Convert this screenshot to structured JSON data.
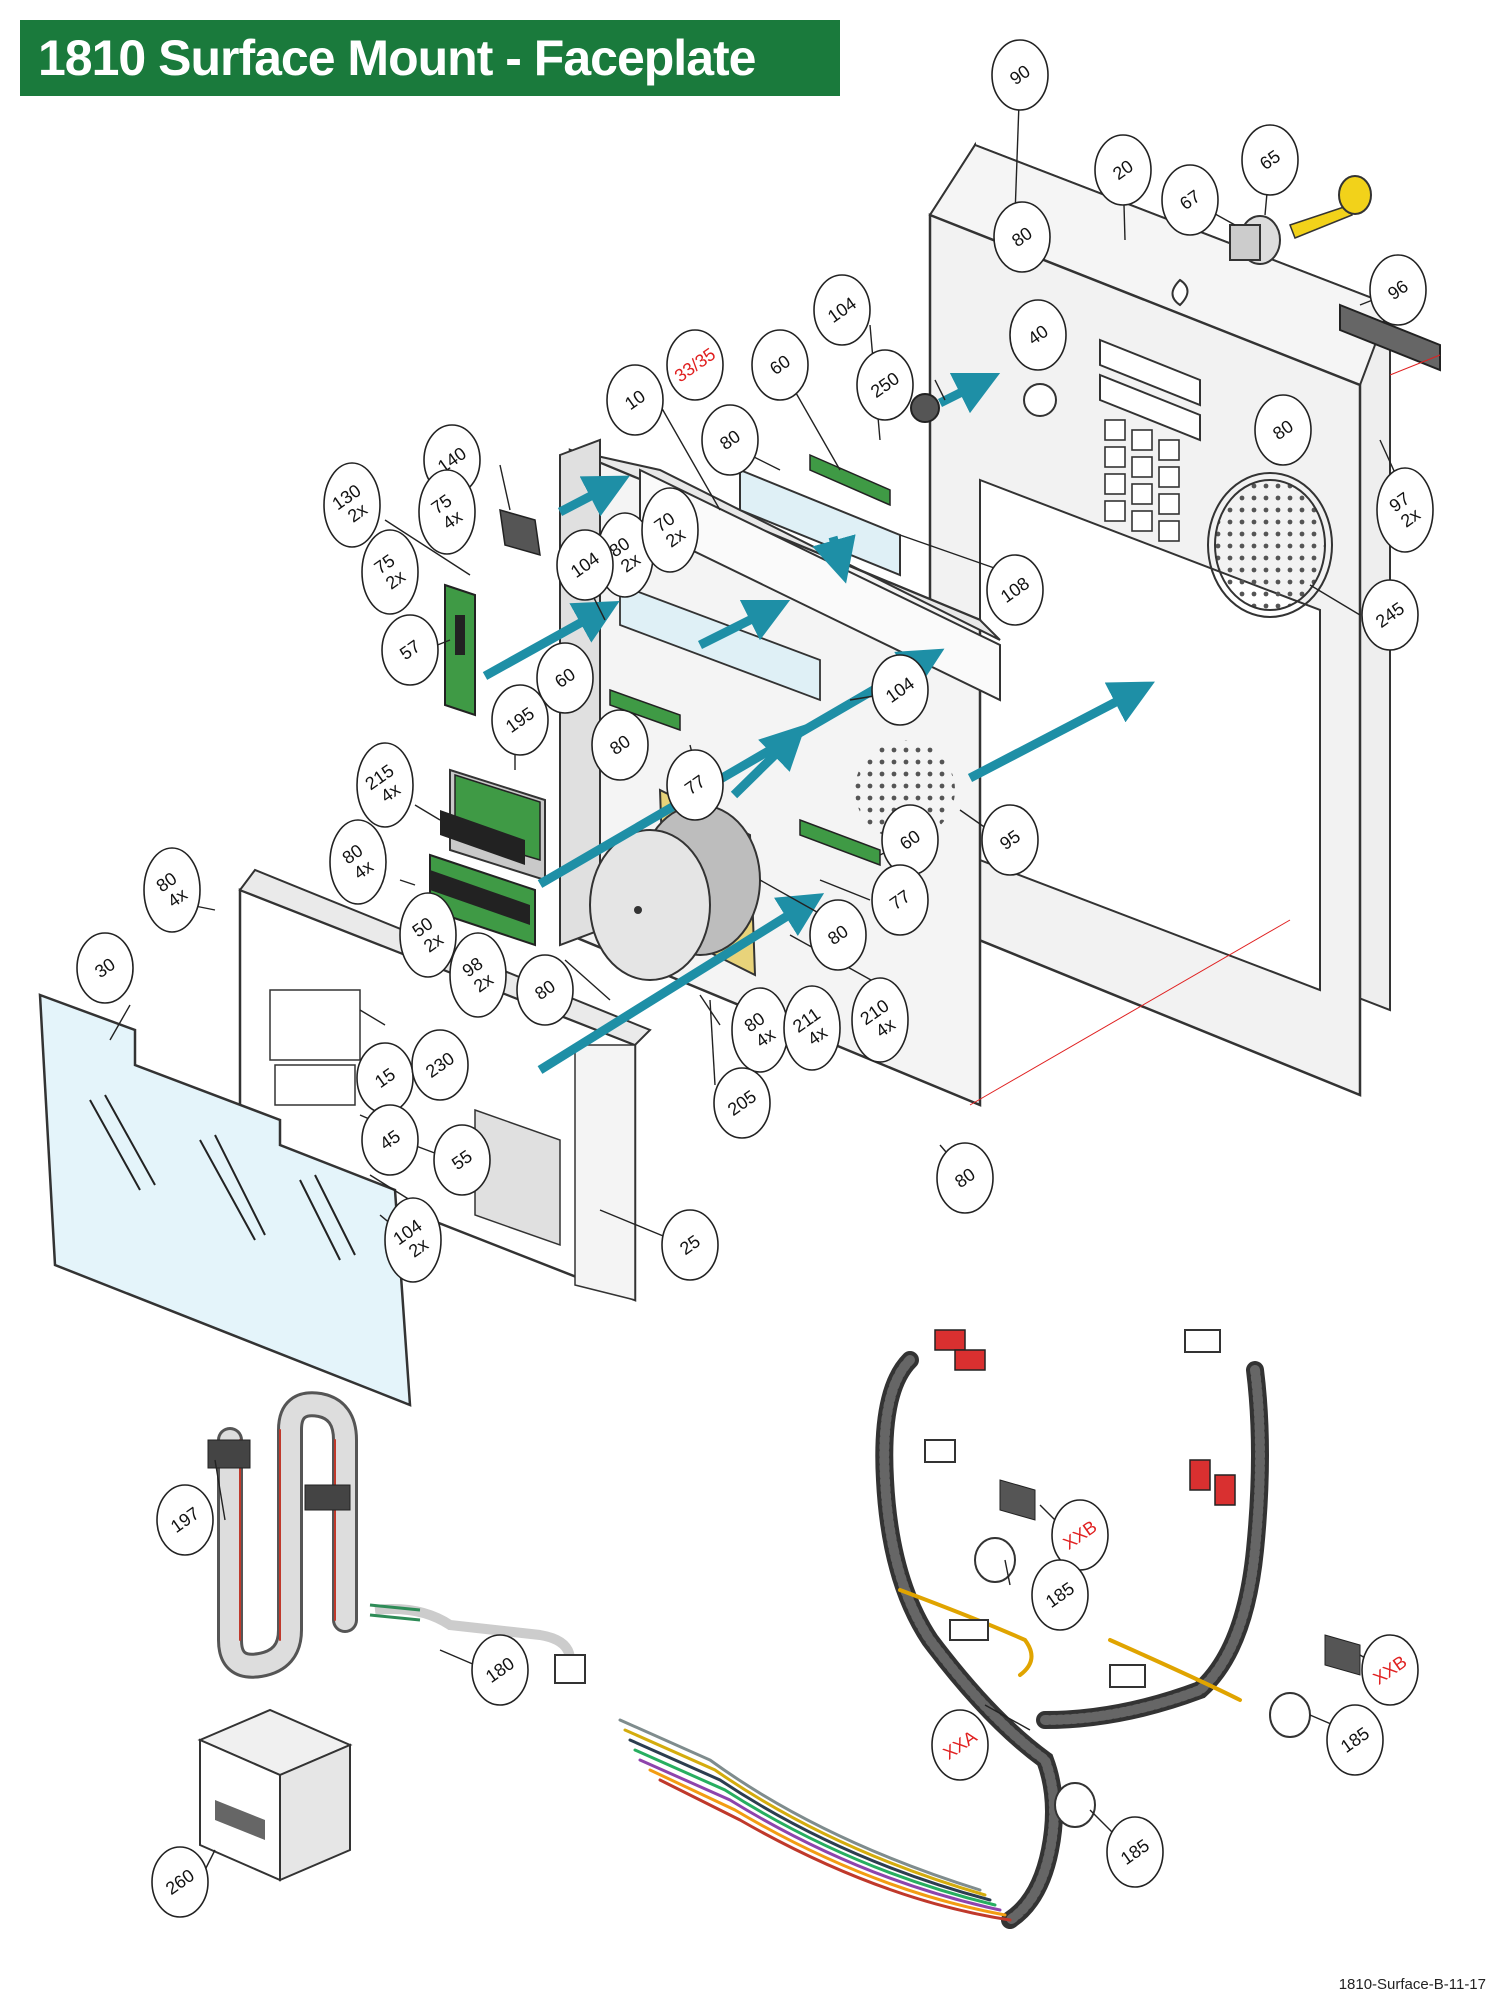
{
  "title": "1810 Surface Mount - Faceplate",
  "footer_code": "1810-Surface-B-11-17",
  "colors": {
    "banner": "#1a7a3c",
    "arrow": "#1e8fa6",
    "callout_red": "#e02020",
    "key": "#f2d21a",
    "pcb": "#3f9a45"
  },
  "callouts": [
    {
      "id": "c90",
      "lines": [
        "90"
      ]
    },
    {
      "id": "c20",
      "lines": [
        "20"
      ]
    },
    {
      "id": "c65",
      "lines": [
        "65"
      ]
    },
    {
      "id": "c67",
      "lines": [
        "67"
      ]
    },
    {
      "id": "c80a",
      "lines": [
        "80"
      ]
    },
    {
      "id": "c96",
      "lines": [
        "96"
      ]
    },
    {
      "id": "c104a",
      "lines": [
        "104"
      ]
    },
    {
      "id": "c40",
      "lines": [
        "40"
      ]
    },
    {
      "id": "c60a",
      "lines": [
        "60"
      ]
    },
    {
      "id": "c3335",
      "lines": [
        "33/35"
      ],
      "red": true
    },
    {
      "id": "c250",
      "lines": [
        "250"
      ]
    },
    {
      "id": "c80b",
      "lines": [
        "80"
      ]
    },
    {
      "id": "c97",
      "lines": [
        "97",
        "2x"
      ]
    },
    {
      "id": "c10",
      "lines": [
        "10"
      ]
    },
    {
      "id": "c80c",
      "lines": [
        "80"
      ]
    },
    {
      "id": "c140",
      "lines": [
        "140"
      ]
    },
    {
      "id": "c130",
      "lines": [
        "130",
        "2x"
      ]
    },
    {
      "id": "c75a",
      "lines": [
        "75",
        "4x"
      ]
    },
    {
      "id": "c80d",
      "lines": [
        "80",
        "2x"
      ]
    },
    {
      "id": "c70",
      "lines": [
        "70",
        "2x"
      ]
    },
    {
      "id": "c108",
      "lines": [
        "108"
      ]
    },
    {
      "id": "c75b",
      "lines": [
        "75",
        "2x"
      ]
    },
    {
      "id": "c104b",
      "lines": [
        "104"
      ]
    },
    {
      "id": "c245",
      "lines": [
        "245"
      ]
    },
    {
      "id": "c57",
      "lines": [
        "57"
      ]
    },
    {
      "id": "c60b",
      "lines": [
        "60"
      ]
    },
    {
      "id": "c104c",
      "lines": [
        "104"
      ]
    },
    {
      "id": "c195",
      "lines": [
        "195"
      ]
    },
    {
      "id": "c80e",
      "lines": [
        "80"
      ]
    },
    {
      "id": "c77a",
      "lines": [
        "77"
      ]
    },
    {
      "id": "c215",
      "lines": [
        "215",
        "4x"
      ]
    },
    {
      "id": "c60c",
      "lines": [
        "60"
      ]
    },
    {
      "id": "c95",
      "lines": [
        "95"
      ]
    },
    {
      "id": "c80f",
      "lines": [
        "80",
        "4x"
      ]
    },
    {
      "id": "c80g",
      "lines": [
        "80",
        "4x"
      ]
    },
    {
      "id": "c50",
      "lines": [
        "50",
        "2x"
      ]
    },
    {
      "id": "c77b",
      "lines": [
        "77"
      ]
    },
    {
      "id": "c80h",
      "lines": [
        "80"
      ]
    },
    {
      "id": "c98",
      "lines": [
        "98",
        "2x"
      ]
    },
    {
      "id": "c30",
      "lines": [
        "30"
      ]
    },
    {
      "id": "c80i",
      "lines": [
        "80"
      ]
    },
    {
      "id": "c80j",
      "lines": [
        "80",
        "4x"
      ]
    },
    {
      "id": "c211",
      "lines": [
        "211",
        "4x"
      ]
    },
    {
      "id": "c210",
      "lines": [
        "210",
        "4x"
      ]
    },
    {
      "id": "c15",
      "lines": [
        "15"
      ]
    },
    {
      "id": "c230",
      "lines": [
        "230"
      ]
    },
    {
      "id": "c205",
      "lines": [
        "205"
      ]
    },
    {
      "id": "c45",
      "lines": [
        "45"
      ]
    },
    {
      "id": "c55",
      "lines": [
        "55"
      ]
    },
    {
      "id": "c80k",
      "lines": [
        "80"
      ]
    },
    {
      "id": "c104d",
      "lines": [
        "104",
        "2x"
      ]
    },
    {
      "id": "c25",
      "lines": [
        "25"
      ]
    },
    {
      "id": "c197",
      "lines": [
        "197"
      ]
    },
    {
      "id": "cXXB1",
      "lines": [
        "XXB"
      ],
      "red": true
    },
    {
      "id": "c185a",
      "lines": [
        "185"
      ]
    },
    {
      "id": "c180",
      "lines": [
        "180"
      ]
    },
    {
      "id": "cXXB2",
      "lines": [
        "XXB"
      ],
      "red": true
    },
    {
      "id": "cXXA",
      "lines": [
        "XXA"
      ],
      "red": true
    },
    {
      "id": "c185b",
      "lines": [
        "185"
      ]
    },
    {
      "id": "c185c",
      "lines": [
        "185"
      ]
    },
    {
      "id": "c260",
      "lines": [
        "260"
      ]
    }
  ]
}
